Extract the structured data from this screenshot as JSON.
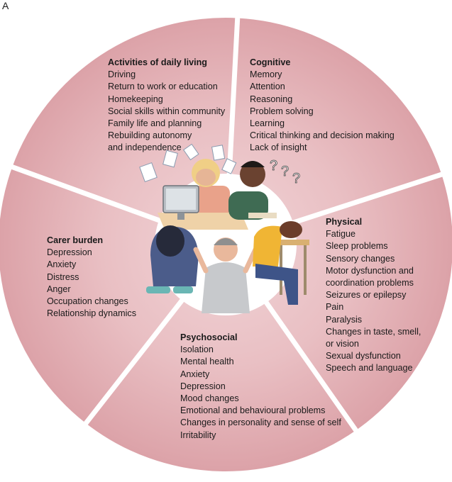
{
  "panel_label": "A",
  "colors": {
    "segment_fill": "#e8b8bd",
    "segment_edge": "#d99aa1",
    "segment_center": "#f1d4d7",
    "divider": "#ffffff",
    "center_circle": "#ffffff"
  },
  "sections": [
    {
      "id": "adl",
      "heading": "Activities of daily living",
      "items": [
        "Driving",
        "Return to work or education",
        "Homekeeping",
        "Social skills within community",
        "Family life and planning",
        "Rebuilding autonomy",
        "and independence"
      ]
    },
    {
      "id": "cognitive",
      "heading": "Cognitive",
      "items": [
        "Memory",
        "Attention",
        "Reasoning",
        "Problem solving",
        "Learning",
        "Critical thinking and decision making",
        "Lack of insight"
      ]
    },
    {
      "id": "physical",
      "heading": "Physical",
      "items": [
        "Fatigue",
        "Sleep problems",
        "Sensory changes",
        "Motor dysfunction and",
        "coordination problems",
        "Seizures or epilepsy",
        "Pain",
        "Paralysis",
        "Changes in taste, smell,",
        "or vision",
        "Sexual dysfunction",
        "Speech and language"
      ]
    },
    {
      "id": "psychosocial",
      "heading": "Psychosocial",
      "items": [
        "Isolation",
        "Mental health",
        "Anxiety",
        "Depression",
        "Mood changes",
        "Emotional and behavioural problems",
        "Changes in personality and sense of self",
        "Irritability"
      ]
    },
    {
      "id": "carer",
      "heading": "Carer burden",
      "items": [
        "Depression",
        "Anxiety",
        "Distress",
        "Anger",
        "Occupation changes",
        "Relationship dynamics"
      ]
    }
  ],
  "illustration": {
    "icons": [
      "desk-computer-icon",
      "stressed-woman-icon",
      "confused-man-icon",
      "question-marks-icon",
      "sleeping-person-icon",
      "crouching-person-icon",
      "shrugging-man-icon",
      "flying-papers-icon"
    ],
    "question_marks": [
      "?",
      "?",
      "?"
    ]
  }
}
